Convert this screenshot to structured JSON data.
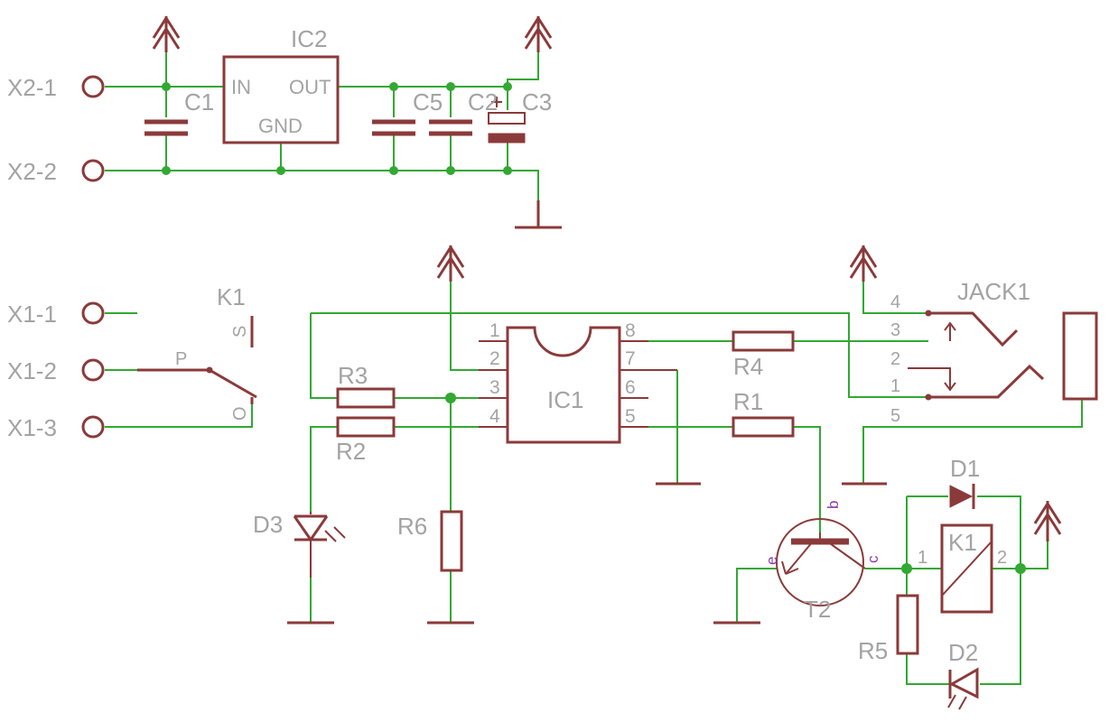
{
  "connectors": {
    "x2_1": "X2-1",
    "x2_2": "X2-2",
    "x1_1": "X1-1",
    "x1_2": "X1-2",
    "x1_3": "X1-3"
  },
  "regulator": {
    "name": "IC2",
    "pin_in": "IN",
    "pin_out": "OUT",
    "pin_gnd": "GND"
  },
  "capacitors": {
    "c1": "C1",
    "c5": "C5",
    "c2": "C2",
    "c3": "C3"
  },
  "switch": {
    "name": "K1",
    "pin_s": "S",
    "pin_p": "P",
    "pin_o": "O"
  },
  "ic1": {
    "name": "IC1",
    "pins": [
      "1",
      "2",
      "3",
      "4",
      "5",
      "6",
      "7",
      "8"
    ]
  },
  "resistors": {
    "r1": "R1",
    "r2": "R2",
    "r3": "R3",
    "r4": "R4",
    "r5": "R5",
    "r6": "R6"
  },
  "jack": {
    "name": "JACK1",
    "pins": [
      "4",
      "3",
      "2",
      "1",
      "5"
    ]
  },
  "diodes": {
    "d1": "D1",
    "d2": "D2",
    "d3": "D3"
  },
  "transistor": {
    "name": "T2",
    "base": "b",
    "emitter": "e",
    "collector": "c"
  },
  "relay": {
    "name": "K1",
    "pin1": "1",
    "pin2": "2"
  }
}
